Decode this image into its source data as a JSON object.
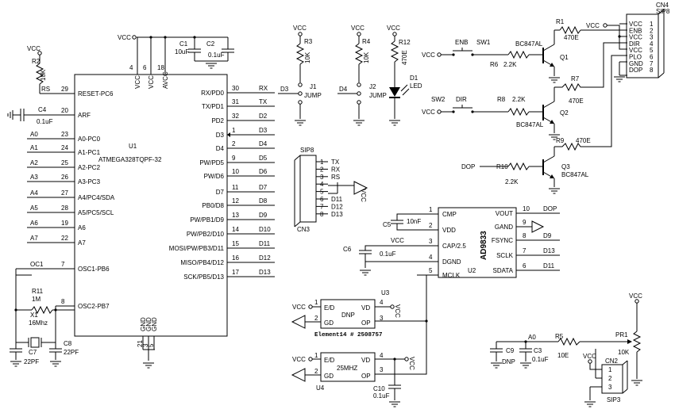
{
  "mcu": {
    "ref": "U1",
    "part": "ATMEGA328TQPF-32",
    "top_pins": [
      {
        "num": "4",
        "name": "VCC"
      },
      {
        "num": "6",
        "name": "VCC"
      },
      {
        "num": "18",
        "name": "AVCC"
      }
    ],
    "bottom_pins": [
      {
        "num": "21",
        "name": "GND"
      },
      {
        "num": "3",
        "name": "GND"
      },
      {
        "num": "5",
        "name": "GND"
      }
    ],
    "left_pins": [
      {
        "num": "29",
        "name": "RESET-PC6",
        "net": "RS"
      },
      {
        "num": "20",
        "name": "ARF",
        "net": ""
      },
      {
        "num": "23",
        "name": "A0-PC0",
        "net": "A0"
      },
      {
        "num": "24",
        "name": "A1-PC1",
        "net": "A1"
      },
      {
        "num": "25",
        "name": "A2-PC2",
        "net": "A2"
      },
      {
        "num": "26",
        "name": "A3-PC3",
        "net": "A3"
      },
      {
        "num": "27",
        "name": "A4/PC4/SDA",
        "net": "A4"
      },
      {
        "num": "28",
        "name": "A5/PC5/SCL",
        "net": "A5"
      },
      {
        "num": "19",
        "name": "A6",
        "net": "A6"
      },
      {
        "num": "22",
        "name": "A7",
        "net": "A7"
      },
      {
        "num": "7",
        "name": "OSC1-PB6",
        "net": "OC1"
      },
      {
        "num": "8",
        "name": "OSC2-PB7",
        "net": ""
      }
    ],
    "right_pins": [
      {
        "num": "30",
        "name": "RX/PD0",
        "net": "RX"
      },
      {
        "num": "31",
        "name": "TX/PD1",
        "net": "TX"
      },
      {
        "num": "32",
        "name": "PD2",
        "net": "D2"
      },
      {
        "num": "1",
        "name": "D3",
        "net": "D3"
      },
      {
        "num": "2",
        "name": "D4",
        "net": "D4"
      },
      {
        "num": "9",
        "name": "PW/PD5",
        "net": "D5"
      },
      {
        "num": "10",
        "name": "PW/D6",
        "net": "D6"
      },
      {
        "num": "11",
        "name": "D7",
        "net": "D7"
      },
      {
        "num": "12",
        "name": "PB0/D8",
        "net": "D8"
      },
      {
        "num": "13",
        "name": "PW/PB1/D9",
        "net": "D9"
      },
      {
        "num": "14",
        "name": "PW/PB2/D10",
        "net": "D10"
      },
      {
        "num": "15",
        "name": "MOSI/PW/PB3/D11",
        "net": "D11"
      },
      {
        "num": "16",
        "name": "MISO/PB4/D12",
        "net": "D12"
      },
      {
        "num": "17",
        "name": "SCK/PB5/D13",
        "net": "D13"
      }
    ]
  },
  "dds": {
    "ref": "U2",
    "part": "AD9833",
    "left_pins": [
      {
        "num": "1",
        "name": "CMP"
      },
      {
        "num": "2",
        "name": "VDD"
      },
      {
        "num": "3",
        "name": "CAP/2.5"
      },
      {
        "num": "4",
        "name": "DGND"
      },
      {
        "num": "5",
        "name": "MCLK"
      }
    ],
    "right_pins": [
      {
        "num": "10",
        "name": "VOUT",
        "net": "DOP"
      },
      {
        "num": "9",
        "name": "GAND",
        "net": ""
      },
      {
        "num": "8",
        "name": "FSYNC",
        "net": "D9"
      },
      {
        "num": "7",
        "name": "SCLK",
        "net": "D13"
      },
      {
        "num": "6",
        "name": "SDATA",
        "net": "D11"
      }
    ]
  },
  "osc_dnp": {
    "ref": "U3",
    "label": "DNP",
    "pins": [
      "E/D",
      "GD",
      "VD",
      "OP"
    ],
    "nums": [
      "1",
      "2",
      "4",
      "3"
    ],
    "note": "Element14 # 2508757"
  },
  "osc_25m": {
    "ref": "U4",
    "label": "25MHZ",
    "pins": [
      "E/D",
      "GD",
      "VD",
      "OP"
    ],
    "nums": [
      "1",
      "2",
      "4",
      "3"
    ]
  },
  "cn3": {
    "ref": "CN3",
    "type": "SIP8",
    "pins": [
      {
        "num": "1",
        "net": "TX"
      },
      {
        "num": "2",
        "net": "RX"
      },
      {
        "num": "3",
        "net": "RS"
      },
      {
        "num": "4",
        "net": ""
      },
      {
        "num": "5",
        "net": ""
      },
      {
        "num": "6",
        "net": "D11"
      },
      {
        "num": "7",
        "net": "D12"
      },
      {
        "num": "8",
        "net": "D13"
      }
    ],
    "vcc": "VCC"
  },
  "cn4": {
    "ref": "CN4",
    "type": "SIP8",
    "pins": [
      {
        "num": "1",
        "net": "VCC"
      },
      {
        "num": "2",
        "net": "ENB"
      },
      {
        "num": "3",
        "net": "VCC"
      },
      {
        "num": "4",
        "net": "DIR"
      },
      {
        "num": "5",
        "net": "VCC"
      },
      {
        "num": "6",
        "net": "PLO"
      },
      {
        "num": "7",
        "net": "GND"
      },
      {
        "num": "8",
        "net": "DOP"
      }
    ]
  },
  "cn2": {
    "ref": "CN2",
    "type": "SIP3",
    "nums": [
      "1",
      "2",
      "3"
    ],
    "vcc": "VCC"
  },
  "jumpers": [
    {
      "ref": "J1",
      "label": "JUMP",
      "net": "D3",
      "resistor": "R3",
      "value": "10K",
      "vcc": "VCC"
    },
    {
      "ref": "J2",
      "label": "JUMP",
      "net": "D4",
      "resistor": "R4",
      "value": "10K",
      "vcc": "VCC"
    }
  ],
  "led": {
    "ref": "D1",
    "label": "LED",
    "resistor": "R12",
    "value": "470E",
    "vcc": "VCC"
  },
  "switches": [
    {
      "ref": "SW1",
      "label": "ENB",
      "resistor": "R6",
      "value": "2.2K",
      "vcc": "VCC"
    },
    {
      "ref": "SW2",
      "label": "DIR",
      "resistor": "R8",
      "value": "2.2K",
      "vcc": "VCC"
    }
  ],
  "transistors": [
    {
      "ref": "Q1",
      "part": "BC847AL",
      "collector_resistor": "R1",
      "value": "470E"
    },
    {
      "ref": "Q2",
      "part": "BC847AL",
      "collector_resistor": "R7",
      "value": "470E"
    },
    {
      "ref": "Q3",
      "part": "BC847AL",
      "collector_resistor": "R9",
      "value": "470E",
      "base_resistor": "R10",
      "base_value": "2.2K",
      "input": "DOP"
    }
  ],
  "reset": {
    "ref": "R2",
    "value": "10K",
    "net": "RS",
    "vcc": "VCC"
  },
  "decoupling": [
    {
      "ref": "C1",
      "value": "10uF"
    },
    {
      "ref": "C2",
      "value": "0.1uF"
    },
    {
      "ref": "C4",
      "value": "0.1uF"
    }
  ],
  "crystal": {
    "ref": "X1",
    "value": "16Mhz",
    "net": "OC1",
    "r_ref": "R11",
    "r_value": "1M",
    "caps": [
      {
        "ref": "C7",
        "value": "22PF"
      },
      {
        "ref": "C8",
        "value": "22PF"
      }
    ]
  },
  "dds_caps": [
    {
      "ref": "C5",
      "value": "10nF"
    },
    {
      "ref": "C6",
      "value": "0.1uF"
    },
    {
      "ref": "C10",
      "value": "0.1uF"
    }
  ],
  "pot": {
    "ref": "PR1",
    "value": "10K",
    "vcc": "VCC",
    "net": "A0",
    "r_ref": "R5",
    "r_value": "10E",
    "caps": [
      {
        "ref": "C9",
        "value": "DNP"
      },
      {
        "ref": "C3",
        "value": "0.1uF"
      }
    ]
  },
  "vcc_label": "VCC"
}
